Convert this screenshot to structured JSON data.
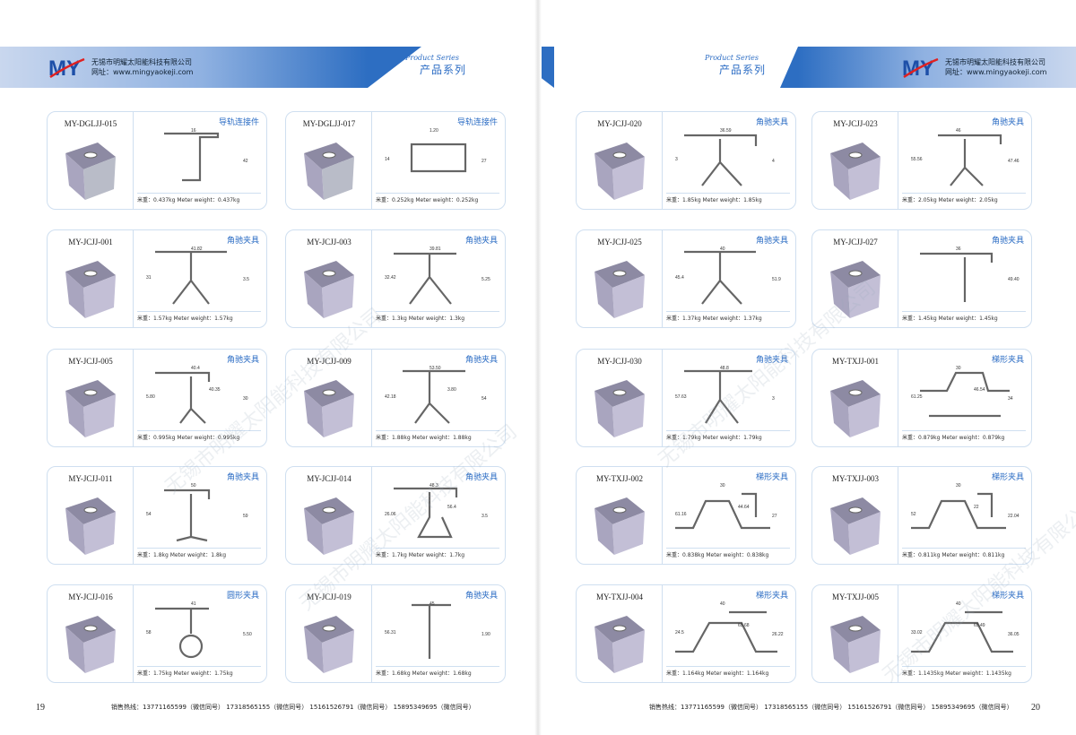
{
  "company": {
    "name": "无锡市明耀太阳能科技有限公司",
    "website": "网址：www.mingyaokeji.com",
    "logo_text": "MY"
  },
  "series": {
    "en": "Product Series",
    "cn": "产品系列"
  },
  "hotline": "销售热线：13771165599（微信同号）  17318565155（微信同号）  15161526791（微信同号）  15895349695（微信同号）",
  "watermark": "无锡市明耀太阳能科技有限公司",
  "pages": {
    "left": {
      "number": "19",
      "cards": [
        {
          "model": "MY-DGLJJ-015",
          "type": "导轨连接件",
          "weight": "米重：0.437kg   Meter weight：0.437kg",
          "dims": [
            "16",
            "42"
          ]
        },
        {
          "model": "MY-DGLJJ-017",
          "type": "导轨连接件",
          "weight": "米重：0.252kg   Meter weight：0.252kg",
          "dims": [
            "1.20",
            "27",
            "14"
          ]
        },
        {
          "model": "MY-JCJJ-001",
          "type": "角驰夹具",
          "weight": "米重：1.57kg   Meter weight：1.57kg",
          "dims": [
            "41.82",
            "3.5",
            "31"
          ]
        },
        {
          "model": "MY-JCJJ-003",
          "type": "角驰夹具",
          "weight": "米重：1.3kg   Meter weight：1.3kg",
          "dims": [
            "39.81",
            "5.25",
            "32.42"
          ]
        },
        {
          "model": "MY-JCJJ-005",
          "type": "角驰夹具",
          "weight": "米重：0.995kg   Meter weight：0.995kg",
          "dims": [
            "40.4",
            "30",
            "5.80",
            "40.35"
          ]
        },
        {
          "model": "MY-JCJJ-009",
          "type": "角驰夹具",
          "weight": "米重：1.88kg   Meter weight：1.88kg",
          "dims": [
            "53.50",
            "54",
            "42.18",
            "3.80"
          ]
        },
        {
          "model": "MY-JCJJ-011",
          "type": "角驰夹具",
          "weight": "米重：1.8kg   Meter weight：1.8kg",
          "dims": [
            "50",
            "59",
            "54"
          ]
        },
        {
          "model": "MY-JCJJ-014",
          "type": "角驰夹具",
          "weight": "米重：1.7kg   Meter weight：1.7kg",
          "dims": [
            "48.3",
            "3.5",
            "26.06",
            "56.4"
          ]
        },
        {
          "model": "MY-JCJJ-016",
          "type": "圆形夹具",
          "weight": "米重：1.75kg   Meter weight：1.75kg",
          "dims": [
            "41",
            "5.50",
            "58"
          ]
        },
        {
          "model": "MY-JCJJ-019",
          "type": "角驰夹具",
          "weight": "米重：1.68kg   Meter weight：1.68kg",
          "dims": [
            "45",
            "1.90",
            "56.31"
          ]
        }
      ]
    },
    "right": {
      "number": "20",
      "cards": [
        {
          "model": "MY-JCJJ-020",
          "type": "角驰夹具",
          "weight": "米重：1.85kg   Meter weight：1.85kg",
          "dims": [
            "36.59",
            "4",
            "3"
          ]
        },
        {
          "model": "MY-JCJJ-023",
          "type": "角驰夹具",
          "weight": "米重：2.05kg   Meter weight：2.05kg",
          "dims": [
            "46",
            "47.46",
            "55.56"
          ]
        },
        {
          "model": "MY-JCJJ-025",
          "type": "角驰夹具",
          "weight": "米重：1.37kg   Meter weight：1.37kg",
          "dims": [
            "40",
            "51.9",
            "45.4"
          ]
        },
        {
          "model": "MY-JCJJ-027",
          "type": "角驰夹具",
          "weight": "米重：1.45kg   Meter weight：1.45kg",
          "dims": [
            "36",
            "49.40"
          ]
        },
        {
          "model": "MY-JCJJ-030",
          "type": "角驰夹具",
          "weight": "米重：1.79kg   Meter weight：1.79kg",
          "dims": [
            "48.8",
            "3",
            "57.63"
          ]
        },
        {
          "model": "MY-TXJJ-001",
          "type": "梯形夹具",
          "weight": "米重：0.879kg   Meter weight：0.879kg",
          "dims": [
            "30",
            "34",
            "61.25",
            "46.54"
          ]
        },
        {
          "model": "MY-TXJJ-002",
          "type": "梯形夹具",
          "weight": "米重：0.838kg   Meter weight：0.838kg",
          "dims": [
            "30",
            "27",
            "61.16",
            "44.64"
          ]
        },
        {
          "model": "MY-TXJJ-003",
          "type": "梯形夹具",
          "weight": "米重：0.811kg   Meter weight：0.811kg",
          "dims": [
            "30",
            "22.04",
            "52",
            "22"
          ]
        },
        {
          "model": "MY-TXJJ-004",
          "type": "梯形夹具",
          "weight": "米重：1.164kg   Meter weight：1.164kg",
          "dims": [
            "40",
            "26.22",
            "24.5",
            "65.68"
          ]
        },
        {
          "model": "MY-TXJJ-005",
          "type": "梯形夹具",
          "weight": "米重：1.1435kg   Meter weight：1.1435kg",
          "dims": [
            "40",
            "36.05",
            "33.02",
            "65.49"
          ]
        }
      ]
    }
  },
  "colors": {
    "accent": "#2b6cc4",
    "card_border": "#cfdff0",
    "banner_dark": "#2d6ec2",
    "banner_light": "#c9d7ee"
  }
}
